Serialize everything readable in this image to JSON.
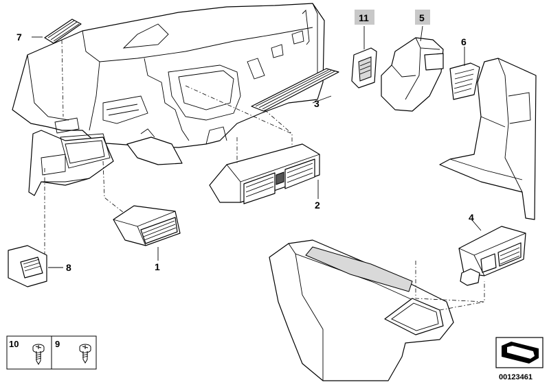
{
  "diagram": {
    "labels": [
      {
        "id": "7",
        "text": "7",
        "highlighted": false
      },
      {
        "id": "11",
        "text": "11",
        "highlighted": true
      },
      {
        "id": "5",
        "text": "5",
        "highlighted": true
      },
      {
        "id": "6",
        "text": "6",
        "highlighted": false
      },
      {
        "id": "3",
        "text": "3",
        "highlighted": false
      },
      {
        "id": "2",
        "text": "2",
        "highlighted": false
      },
      {
        "id": "1",
        "text": "1",
        "highlighted": false
      },
      {
        "id": "8",
        "text": "8",
        "highlighted": false
      },
      {
        "id": "4",
        "text": "4",
        "highlighted": false
      }
    ],
    "legend": {
      "items": [
        {
          "text": "10"
        },
        {
          "text": "9"
        }
      ]
    },
    "diagram_number": "00123461",
    "colors": {
      "label_highlight": "#c8c8c8",
      "line": "#000000",
      "background": "#ffffff"
    }
  }
}
